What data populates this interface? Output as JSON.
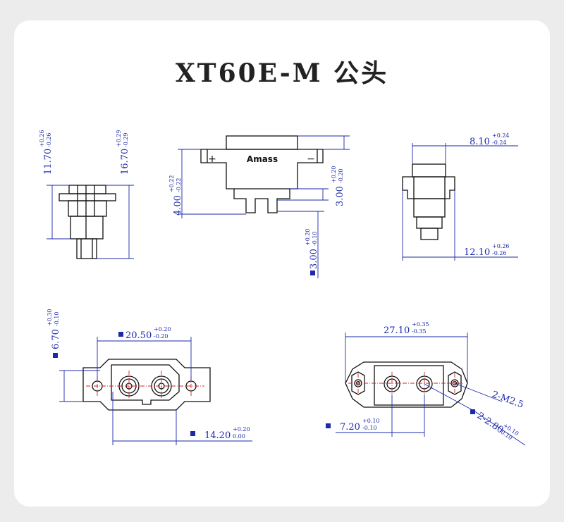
{
  "title": "XT60E-M 公头",
  "brand": "Amass",
  "side_view": {
    "dim_left": {
      "value": "11.70",
      "plus": "+0.26",
      "minus": "-0.26"
    },
    "dim_right": {
      "value": "16.70",
      "plus": "+0.29",
      "minus": "-0.29"
    }
  },
  "front_view": {
    "plus_mark": "+",
    "minus_mark": "−",
    "dim_left": {
      "value": "4.00",
      "plus": "+0.22",
      "minus": "-0.22"
    },
    "dim_right": {
      "value": "3.00",
      "plus": "+0.20",
      "minus": "-0.20"
    },
    "dim_bottom": {
      "value": "3.00",
      "plus": "+0.20",
      "minus": "-0.10"
    }
  },
  "end_view": {
    "dim_top": {
      "value": "8.10",
      "plus": "+0.24",
      "minus": "-0.24"
    },
    "dim_bottom": {
      "value": "12.10",
      "plus": "+0.26",
      "minus": "-0.26"
    }
  },
  "top_view": {
    "dim_height": {
      "value": "6.70",
      "plus": "+0.30",
      "minus": "-0.10"
    },
    "dim_width": {
      "value": "20.50",
      "plus": "+0.20",
      "minus": "-0.20"
    },
    "dim_pitch": {
      "value": "14.20",
      "plus": "+0.20",
      "minus": "0.00"
    }
  },
  "bottom_view": {
    "dim_width": {
      "value": "27.10",
      "plus": "+0.35",
      "minus": "-0.35"
    },
    "dim_pitch": {
      "value": "7.20",
      "plus": "+0.10",
      "minus": "-0.10"
    },
    "hole_label": "2-M2.5",
    "pin_label": {
      "value": "2-2.80",
      "plus": "+0.10",
      "minus": "-0.10"
    }
  },
  "colors": {
    "line": "#111111",
    "dimension": "#1b2aa8",
    "center": "#d42020"
  }
}
